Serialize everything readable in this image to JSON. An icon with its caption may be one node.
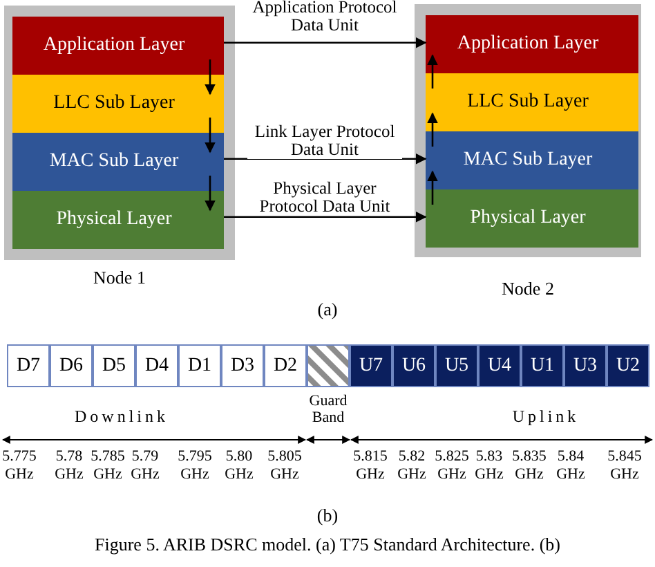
{
  "diagram": {
    "caption": "Figure 5. ARIB DSRC model. (a) T75 Standard Architecture. (b)",
    "nodes": [
      {
        "text": [
          "Node 1"
        ]
      },
      {
        "text": [
          "Application Layer"
        ],
        "in": 0
      },
      {
        "text": [
          "LLC Sub Layer"
        ],
        "in": 0
      },
      {
        "text": [
          "MAC Sub Layer"
        ],
        "in": 0
      },
      {
        "text": [
          "Physical Layer"
        ],
        "in": 0
      },
      {
        "text": [
          "Node 2"
        ]
      },
      {
        "text": [
          "Application Layer"
        ],
        "in": 5
      },
      {
        "text": [
          "LLC Sub Layer"
        ],
        "in": 5
      },
      {
        "text": [
          "MAC Sub Layer"
        ],
        "in": 5
      },
      {
        "text": [
          "Physical Layer"
        ],
        "in": 5
      },
      {
        "text": [
          "D7"
        ]
      },
      {
        "text": [
          "D6"
        ]
      },
      {
        "text": [
          "D5"
        ]
      },
      {
        "text": [
          "D4"
        ]
      },
      {
        "text": [
          "D1"
        ]
      },
      {
        "text": [
          "D3"
        ]
      },
      {
        "text": [
          "D2"
        ]
      },
      {
        "text": [],
        "shape": "box",
        "beside": [
          "Guard Band"
        ]
      },
      {
        "text": [
          "U7"
        ]
      },
      {
        "text": [
          "U6"
        ]
      },
      {
        "text": [
          "U5"
        ]
      },
      {
        "text": [
          "U4"
        ]
      },
      {
        "text": [
          "U1"
        ]
      },
      {
        "text": [
          "U3"
        ]
      },
      {
        "text": [
          "U2"
        ]
      }
    ],
    "edges": [
      {
        "from": 1,
        "to": 2,
        "arrow": "to"
      },
      {
        "from": 2,
        "to": 3,
        "arrow": "to"
      },
      {
        "from": 3,
        "to": 4,
        "arrow": "to"
      },
      {
        "from": 1,
        "to": 6,
        "arrow": "to",
        "label": "Application Protocol Data Unit"
      },
      {
        "from": 3,
        "to": 8,
        "arrow": "to",
        "label": "Link Layer Protocol Data Unit"
      },
      {
        "from": 4,
        "to": 9,
        "arrow": "to",
        "label": "Physical Layer Protocol Data Unit"
      },
      {
        "from": 9,
        "to": 8,
        "arrow": "to"
      },
      {
        "from": 8,
        "to": 7,
        "arrow": "to"
      },
      {
        "from": 7,
        "to": 6,
        "arrow": "to"
      }
    ],
    "labels": [
      "(a)",
      "Downlink",
      "Uplink",
      "5.775 GHz",
      "5.78 GHz",
      "5.785 GHz",
      "5.79 GHz",
      "5.795 GHz",
      "5.80 GHz",
      "5.805 GHz",
      "5.815 GHz",
      "5.82 GHz",
      "5.825 GHz",
      "5.83 GHz",
      "5.835 GHz",
      "5.84 GHz",
      "5.845 GHz",
      "(b)"
    ]
  }
}
